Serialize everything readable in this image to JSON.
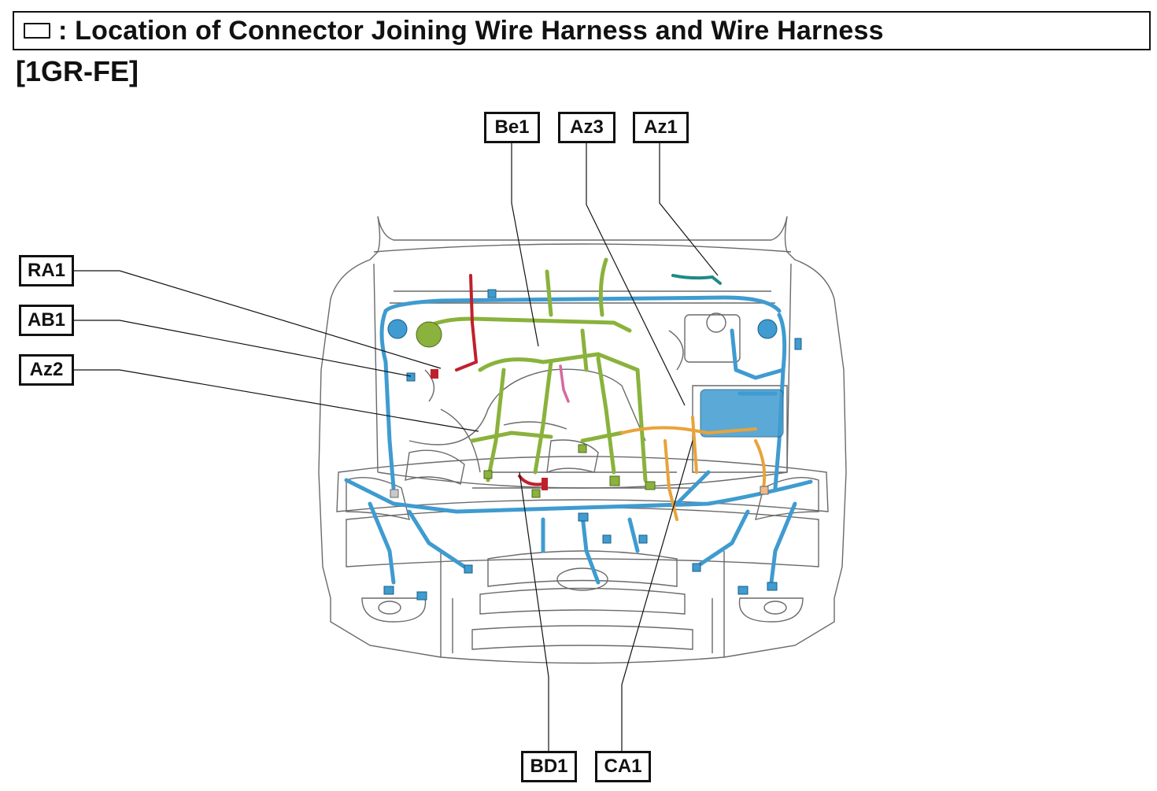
{
  "header": {
    "title": ": Location of Connector Joining Wire Harness and Wire Harness",
    "engine": "[1GR-FE]",
    "legend_icon": "connector-box-icon"
  },
  "colors": {
    "harness_blue": "#3f9bd0",
    "harness_green": "#8ab23c",
    "harness_orange": "#e8a33a",
    "harness_red": "#c0202c",
    "harness_pink": "#d46aa0",
    "harness_teal": "#1f8a86",
    "outline": "#555555"
  },
  "connectors": [
    {
      "id": "be1",
      "label": "Be1"
    },
    {
      "id": "az3",
      "label": "Az3"
    },
    {
      "id": "az1",
      "label": "Az1"
    },
    {
      "id": "ra1",
      "label": "RA1"
    },
    {
      "id": "ab1",
      "label": "AB1"
    },
    {
      "id": "az2",
      "label": "Az2"
    },
    {
      "id": "bd1",
      "label": "BD1"
    },
    {
      "id": "ca1",
      "label": "CA1"
    }
  ]
}
